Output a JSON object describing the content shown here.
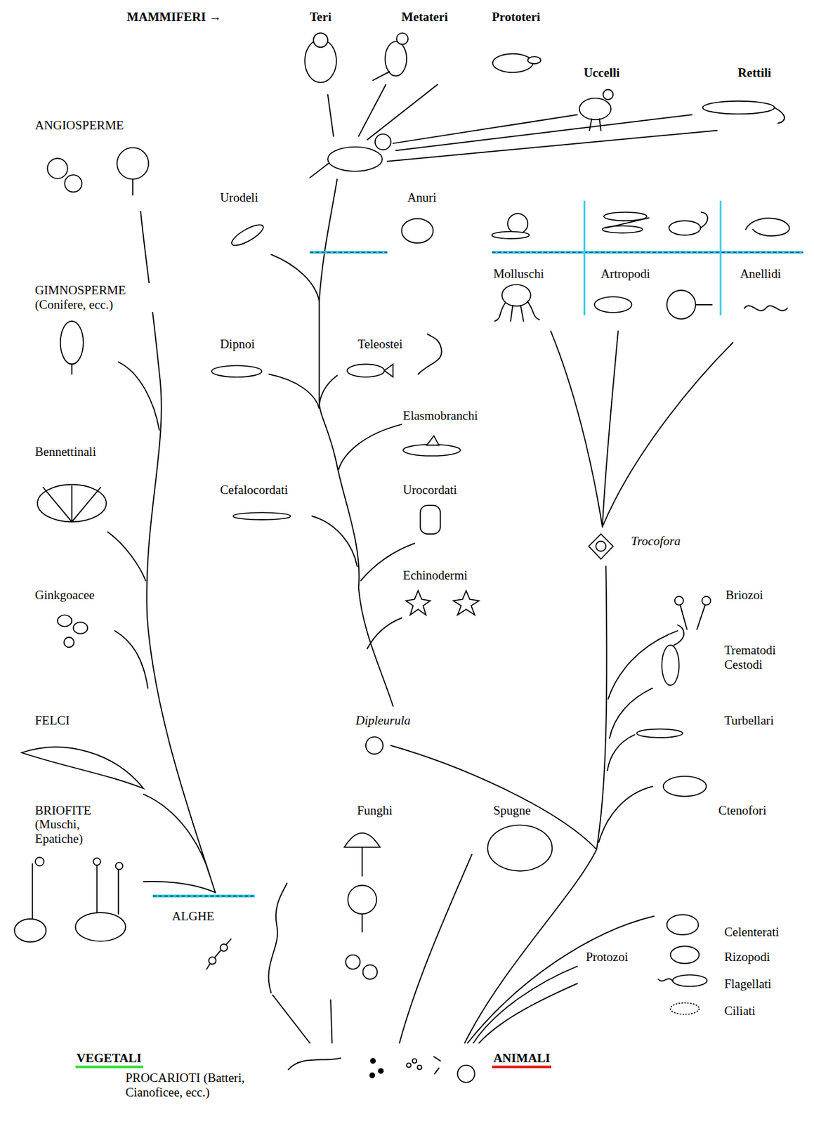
{
  "diagram": {
    "labels": [
      "MAMMIFERI →",
      "Teri",
      "Metateri",
      "Prototeri",
      "Uccelli",
      "Rettili",
      "ANGIOSPERME",
      "Urodeli",
      "Anuri",
      "GIMNOSPERME (Conifere, ecc.)",
      "Molluschi",
      "Artropodi",
      "Anellidi",
      "Dipnoi",
      "Teleostei",
      "Elasmobranchi",
      "Bennettinali",
      "Cefalocordati",
      "Urocordati",
      "Trocofora",
      "Echinodermi",
      "Ginkgoacee",
      "Briozoi",
      "Trematodi Cestodi",
      "FELCI",
      "Dipleurula",
      "Turbellari",
      "BRIOFITE (Muschi, Epatiche)",
      "Funghi",
      "Spugne",
      "Ctenofori",
      "ALGHE",
      "Celenterati",
      "Protozoi",
      "Rizopodi",
      "Flagellati",
      "Ciliati",
      "VEGETALI",
      "ANIMALI",
      "PROCARIOTI (Batteri, Cianoficee, ecc.)"
    ]
  }
}
